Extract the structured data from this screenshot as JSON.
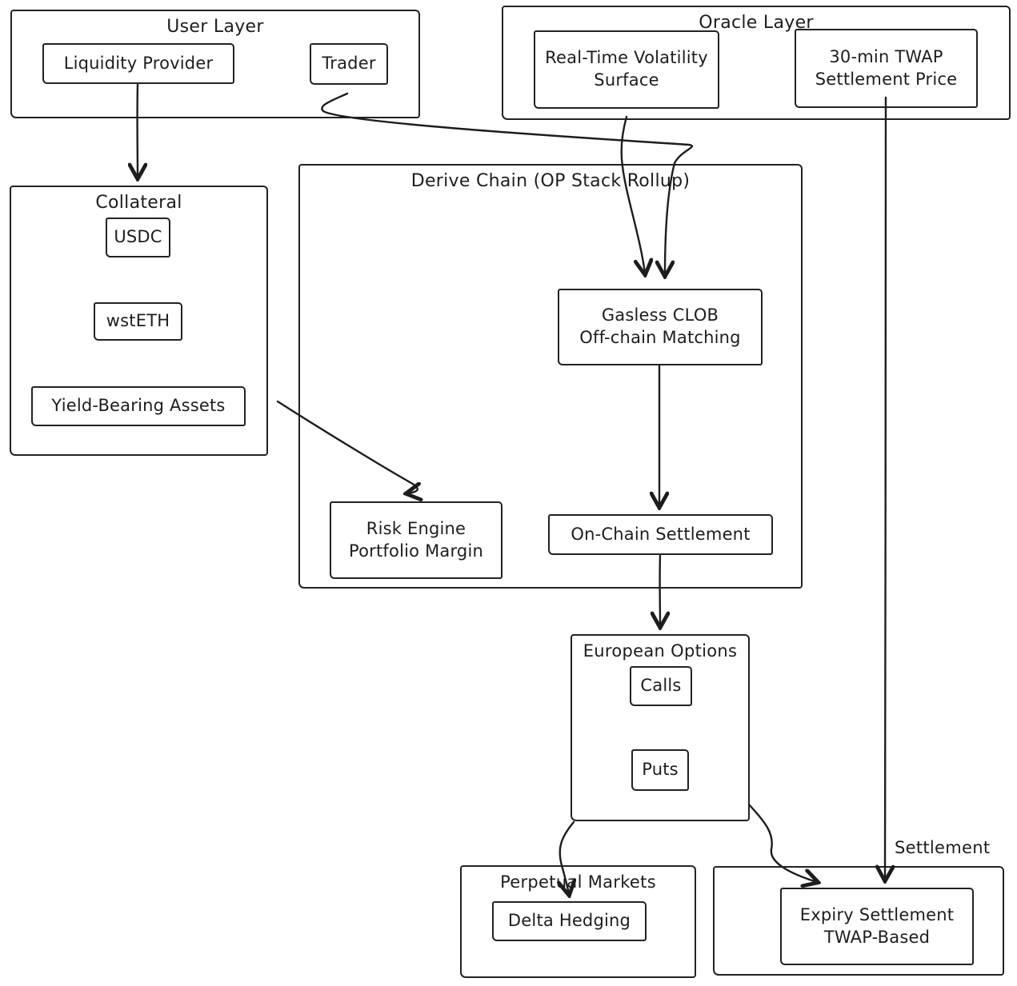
{
  "user_layer": {
    "title": "User Layer",
    "liquidity_provider": "Liquidity Provider",
    "trader": "Trader"
  },
  "oracle_layer": {
    "title": "Oracle Layer",
    "volatility_line1": "Real-Time Volatility",
    "volatility_line2": "Surface",
    "twap_line1": "30-min TWAP",
    "twap_line2": "Settlement Price"
  },
  "collateral": {
    "title": "Collateral",
    "usdc": "USDC",
    "wsteth": "wstETH",
    "yield_bearing": "Yield-Bearing Assets"
  },
  "derive_chain": {
    "title": "Derive Chain (OP Stack Rollup)",
    "clob_line1": "Gasless CLOB",
    "clob_line2": "Off-chain Matching",
    "risk_line1": "Risk Engine",
    "risk_line2": "Portfolio Margin",
    "onchain": "On-Chain Settlement"
  },
  "european_options": {
    "title": "European Options",
    "calls": "Calls",
    "puts": "Puts"
  },
  "perpetual_markets": {
    "title": "Perpetual Markets",
    "delta_hedging": "Delta Hedging"
  },
  "settlement": {
    "label": "Settlement",
    "expiry_line1": "Expiry Settlement",
    "expiry_line2": "TWAP-Based"
  },
  "colors": {
    "ink": "#1d1d1d",
    "background": "#ffffff"
  }
}
